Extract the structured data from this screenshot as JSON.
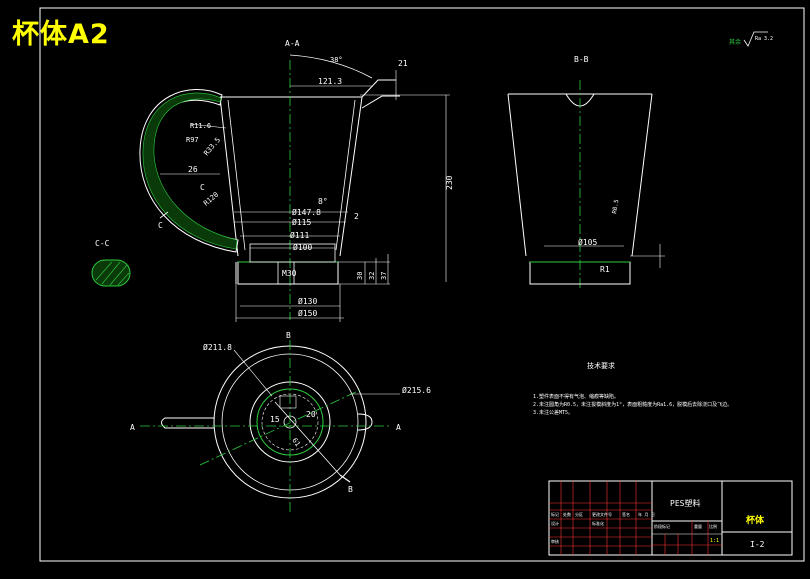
{
  "title": "杯体A2",
  "views": {
    "aa": "A-A",
    "bb": "B-B",
    "cc": "C-C"
  },
  "roughness": "Ra 3.2",
  "dims": {
    "angle8": "8°",
    "d1213": "121.3",
    "r21": "21",
    "h230": "230",
    "d1478": "Ø147.8",
    "d115": "Ø115",
    "d111": "Ø111",
    "d100": "Ø100",
    "m30": "M30",
    "d130": "Ø130",
    "d150": "Ø150",
    "h30": "30",
    "h32": "32",
    "h37": "37",
    "r2": "2",
    "r116": "R11.6",
    "r97": "R97",
    "r26": "26",
    "r120": "R120",
    "r335": "R33.5",
    "c": "C",
    "d105": "Ø105",
    "r1": "R1",
    "d2118": "Ø211.8",
    "d2156": "Ø215.6",
    "n15": "15",
    "n20": "20",
    "n61": "61",
    "a": "A",
    "b": "B"
  },
  "notes": {
    "heading": "技术要求",
    "lines": [
      "1.塑件表面不得有气泡、缩痕等缺陷。",
      "2.未注圆角为R0.5，未注拔模斜度为1°，表面粗糙度为Ra1.6，脱模后去除浇口及飞边。",
      "3.未注公差MT5。"
    ]
  },
  "title_block": {
    "material": "PES塑料",
    "part_name": "杯体",
    "drawing_no": "I-2",
    "scale": "1:1",
    "row_labels": [
      "标记",
      "设计",
      "审核",
      "工艺"
    ],
    "headers": [
      "处数",
      "分区",
      "更改文件号",
      "签名",
      "年 月 日"
    ],
    "stage": "阶段标记",
    "weight": "重量",
    "ratio": "比例",
    "std": "标准化"
  }
}
